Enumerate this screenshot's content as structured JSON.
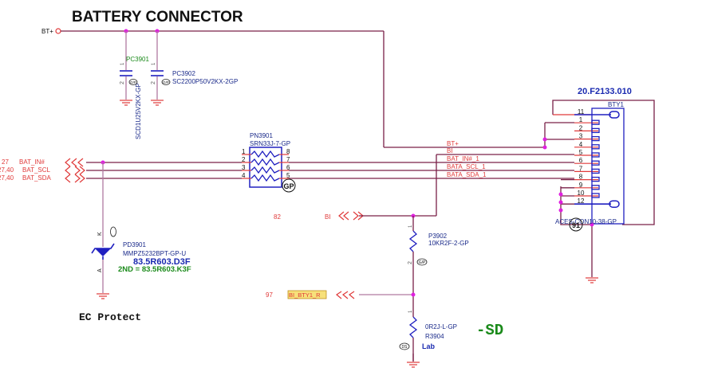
{
  "title": "BATTERY CONNECTOR",
  "power_net": {
    "label": "BT+"
  },
  "capacitors": [
    {
      "ref": "PC3901",
      "part": "SCD1U25V2KX-GP",
      "pin1": "1",
      "pin2": "2",
      "badge": "G/P"
    },
    {
      "ref": "PC3902",
      "part": "SC2200P50V2KX-2GP",
      "pin1": "1",
      "pin2": "2",
      "badge": "G/P"
    }
  ],
  "offpage_signals": [
    {
      "page": "27",
      "name": "BAT_IN#"
    },
    {
      "page": "27,40",
      "name": "BAT_SCL"
    },
    {
      "page": "27,40",
      "name": "BAT_SDA"
    }
  ],
  "resistor_network": {
    "ref": "PN3901",
    "part": "SRN33J-7-GP",
    "left_pins": [
      "1",
      "2",
      "3",
      "4"
    ],
    "right_pins": [
      "8",
      "7",
      "6",
      "5"
    ],
    "badge": "GP"
  },
  "connector": {
    "part_number": "20.F2133.010",
    "ref": "BTY1",
    "part": "ACES-CON10-38-GP",
    "badge": "91",
    "pins": [
      "11",
      "1",
      "2",
      "3",
      "4",
      "5",
      "6",
      "7",
      "8",
      "9",
      "10",
      "12"
    ]
  },
  "net_labels": [
    "BT+",
    "BI",
    "BAT_IN#_1",
    "BATA_SCL_1",
    "BATA_SDA_1"
  ],
  "bi_signal": {
    "page": "82",
    "name": "BI"
  },
  "resistor_p3902": {
    "ref": "P3902",
    "part": "10KR2F-2-GP",
    "pin1": "1",
    "pin2": "2",
    "badge": "G/P"
  },
  "bi_bty_signal": {
    "page": "97",
    "name": "BI_BTY1_R"
  },
  "resistor_r3904": {
    "part": "0R2J-L-GP",
    "ref": "R3904",
    "pin1": "1",
    "pin2": "2",
    "badge": "DS",
    "note": "Lab"
  },
  "sd_label": "-SD",
  "diode": {
    "ref": "PD3901",
    "part": "MMPZ5232BPT-GP-U",
    "part_number": "83.5R603.D3F",
    "second_source": "2ND = 83.5R603.K3F",
    "pin_k": "K",
    "pin_a": "A",
    "badge": "G/P"
  },
  "ec_protect": "EC Protect"
}
